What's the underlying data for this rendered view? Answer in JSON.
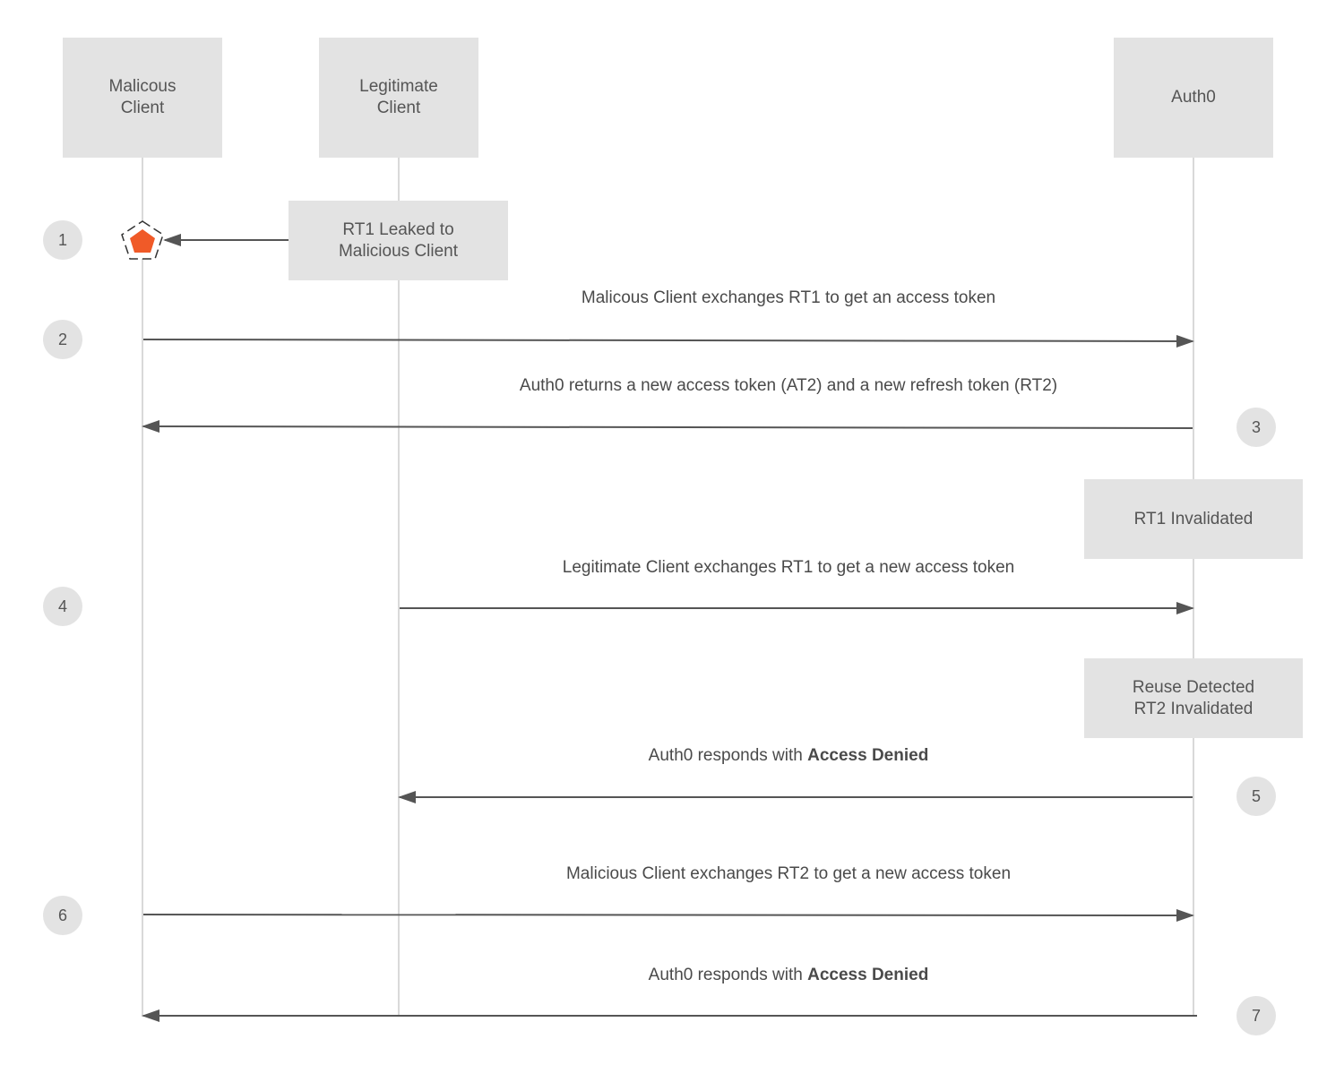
{
  "participants": {
    "malicious": "Malicous\nClient",
    "legitimate": "Legitimate\nClient",
    "auth0": "Auth0"
  },
  "notes": {
    "leak": "RT1 Leaked to\nMalicious Client",
    "invalidated": "RT1 Invalidated",
    "reuse": "Reuse Detected\nRT2 Invalidated"
  },
  "steps": [
    "1",
    "2",
    "3",
    "4",
    "5",
    "6",
    "7"
  ],
  "messages": {
    "m2": "Malicous Client exchanges RT1 to get an access token",
    "m3": "Auth0 returns a new access token (AT2) and a new refresh token (RT2)",
    "m4": "Legitimate Client exchanges RT1 to get a new access token",
    "m5_prefix": "Auth0 responds with ",
    "m5_bold": "Access Denied",
    "m6": "Malicious Client exchanges RT2 to get a new access token",
    "m7_prefix": "Auth0 responds with ",
    "m7_bold": "Access Denied"
  },
  "icons": {
    "leak_marker": "warning-pentagon-icon"
  },
  "colors": {
    "box": "#e3e3e3",
    "line": "#555555",
    "lifeline": "#d9d9d9",
    "alert": "#f05a28"
  }
}
